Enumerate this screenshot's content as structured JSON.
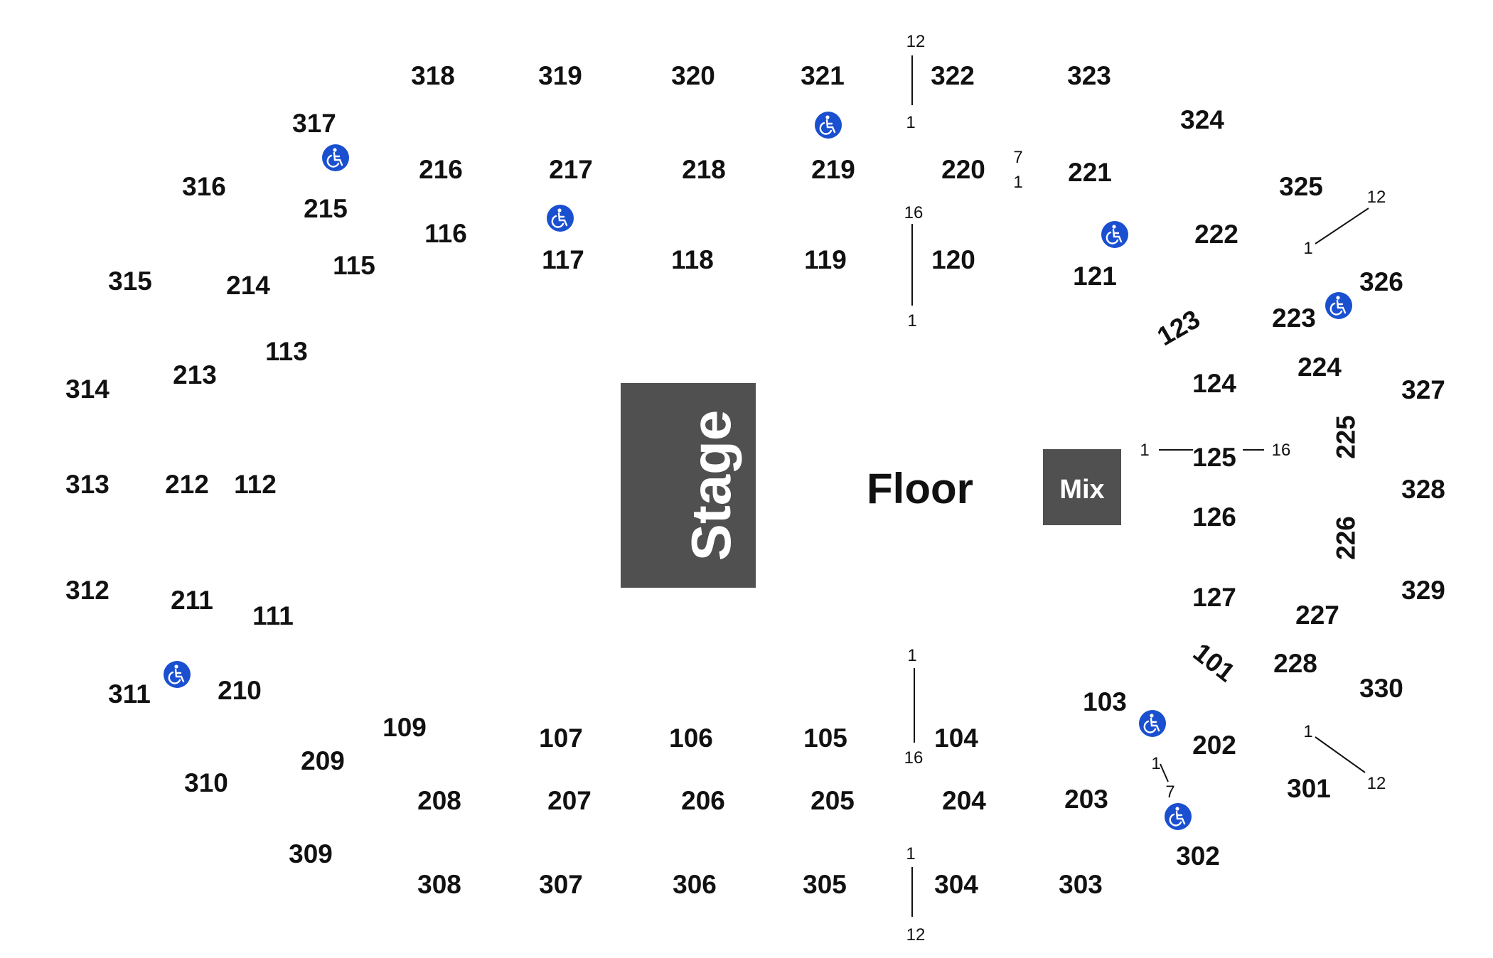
{
  "map": {
    "stage": {
      "label": "Stage",
      "color": "#505050"
    },
    "floor": {
      "label": "Floor"
    },
    "mix": {
      "label": "Mix",
      "color": "#505050"
    },
    "accessible_icon": {
      "icon": "wheelchair-icon",
      "color": "#1a4fd0"
    },
    "sections": [
      "318",
      "319",
      "320",
      "321",
      "322",
      "323",
      "324",
      "317",
      "316",
      "216",
      "217",
      "218",
      "219",
      "220",
      "221",
      "325",
      "215",
      "116",
      "117",
      "118",
      "119",
      "120",
      "121",
      "222",
      "315",
      "214",
      "115",
      "326",
      "223",
      "113",
      "213",
      "314",
      "123",
      "124",
      "224",
      "327",
      "225",
      "125",
      "313",
      "212",
      "112",
      "328",
      "126",
      "226",
      "312",
      "211",
      "111",
      "329",
      "127",
      "227",
      "101",
      "228",
      "330",
      "311",
      "210",
      "109",
      "103",
      "107",
      "106",
      "105",
      "104",
      "202",
      "310",
      "209",
      "301",
      "208",
      "207",
      "206",
      "205",
      "204",
      "203",
      "309",
      "302",
      "308",
      "307",
      "306",
      "305",
      "304",
      "303"
    ],
    "row_markers": [
      "12",
      "1",
      "7",
      "1",
      "16",
      "1",
      "12",
      "1",
      "1",
      "16",
      "1",
      "12",
      "1",
      "16",
      "1",
      "7",
      "1",
      "12"
    ]
  }
}
